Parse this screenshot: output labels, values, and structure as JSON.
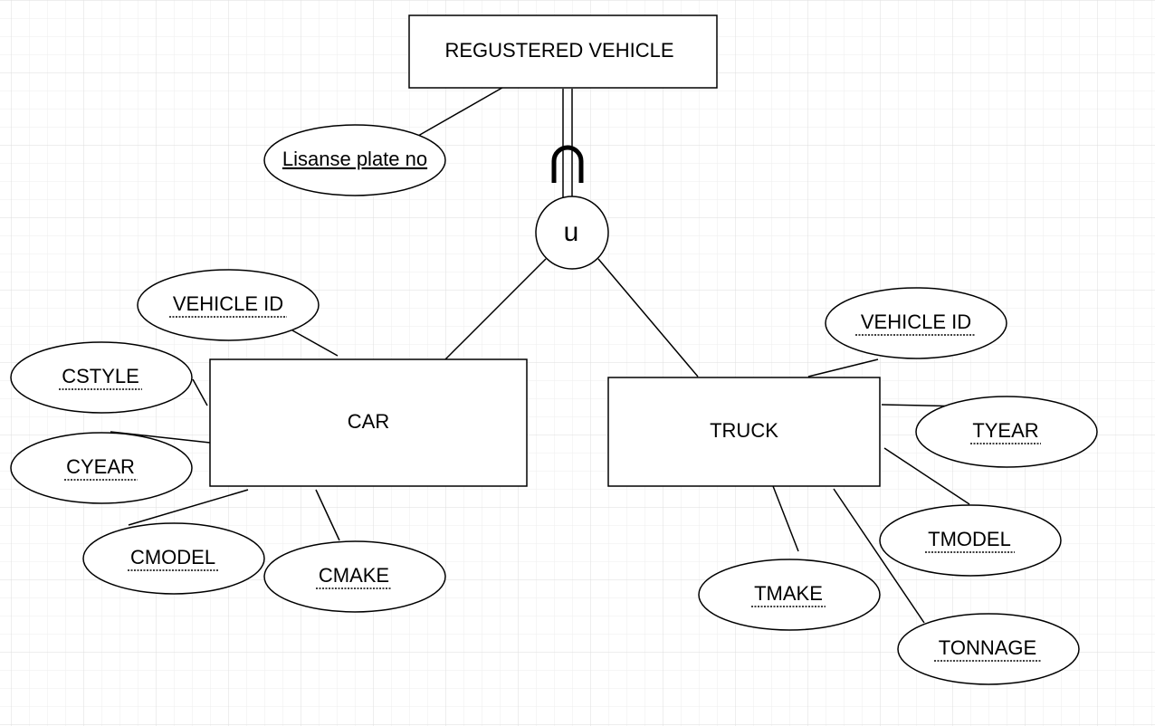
{
  "diagram": {
    "colors": {
      "background": "#ffffff",
      "grid_minor": "#eeeeee",
      "grid_major": "#dddddd",
      "stroke": "#000000"
    },
    "supertype": {
      "label": "REGUSTERED VEHICLE",
      "key_attribute": "Lisanse plate no"
    },
    "union": {
      "label": "u"
    },
    "car": {
      "label": "CAR",
      "attributes": {
        "vehicle_id": "VEHICLE ID",
        "cstyle": "CSTYLE",
        "cyear": "CYEAR",
        "cmodel": "CMODEL",
        "cmake": "CMAKE"
      }
    },
    "truck": {
      "label": "TRUCK",
      "attributes": {
        "vehicle_id": "VEHICLE ID",
        "tyear": "TYEAR",
        "tmodel": "TMODEL",
        "tmake": "TMAKE",
        "tonnage": "TONNAGE"
      }
    }
  }
}
